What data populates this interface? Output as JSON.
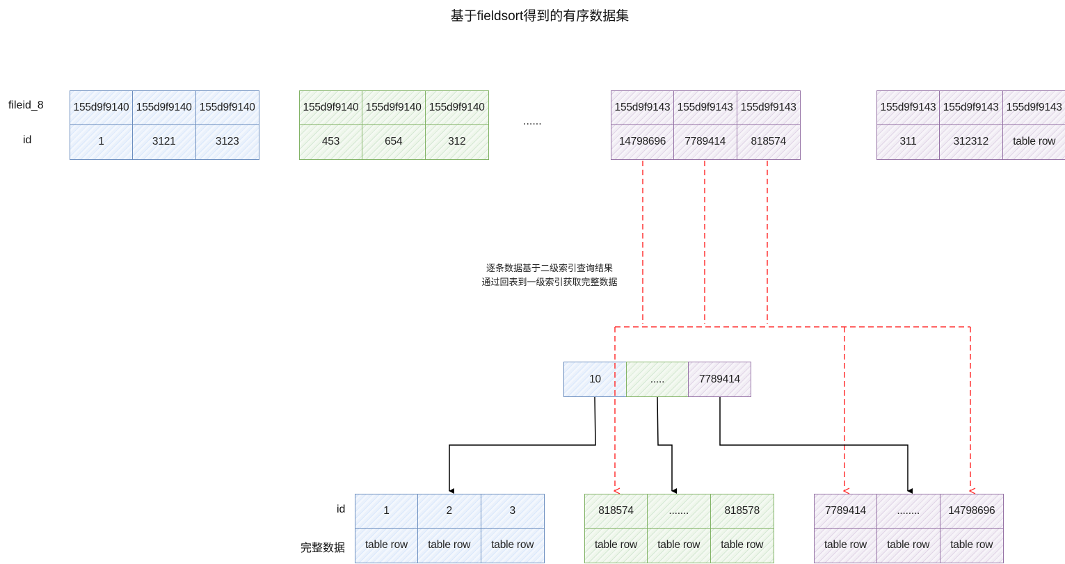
{
  "title": "基于fieldsort得到的有序数据集",
  "row_labels": {
    "field": "fileid_8",
    "id": "id"
  },
  "ellipsis": "......",
  "sorted_groups": [
    {
      "color": "blue",
      "fields": [
        "155d9f9140",
        "155d9f9140",
        "155d9f9140"
      ],
      "ids": [
        "1",
        "3121",
        "3123"
      ]
    },
    {
      "color": "green",
      "fields": [
        "155d9f9140",
        "155d9f9140",
        "155d9f9140"
      ],
      "ids": [
        "453",
        "654",
        "312"
      ]
    },
    {
      "color": "purple",
      "fields": [
        "155d9f9143",
        "155d9f9143",
        "155d9f9143"
      ],
      "ids": [
        "14798696",
        "7789414",
        "818574"
      ]
    },
    {
      "color": "purple",
      "fields": [
        "155d9f9143",
        "155d9f9143",
        "155d9f9143"
      ],
      "ids": [
        "311",
        "312312",
        "table row"
      ]
    }
  ],
  "annotation": {
    "line1": "逐条数据基于二级索引查询结果",
    "line2": "通过回表到一级索引获取完整数据"
  },
  "primary_index_node": {
    "keys": [
      "10",
      ".....",
      "7789414"
    ]
  },
  "leaf_labels": {
    "id": "id",
    "full_data": "完整数据"
  },
  "leaf_pages": [
    {
      "color": "blue",
      "ids": [
        "1",
        "2",
        "3"
      ],
      "rows": [
        "table row",
        "table row",
        "table row"
      ]
    },
    {
      "color": "green",
      "ids": [
        "818574",
        ".......",
        "818578"
      ],
      "rows": [
        "table row",
        "table row",
        "table row"
      ]
    },
    {
      "color": "purple",
      "ids": [
        "7789414",
        "........",
        "14798696"
      ],
      "rows": [
        "table row",
        "table row",
        "table row"
      ]
    }
  ],
  "colors": {
    "blue_stroke": "#6c8ebf",
    "blue_fill": "#dae8fc",
    "green_stroke": "#82b366",
    "green_fill": "#d5e8d4",
    "purple_stroke": "#9673a6",
    "purple_fill": "#e1d5e7",
    "lookup_arrow": "#ff3333",
    "tree_arrow": "#000000"
  }
}
